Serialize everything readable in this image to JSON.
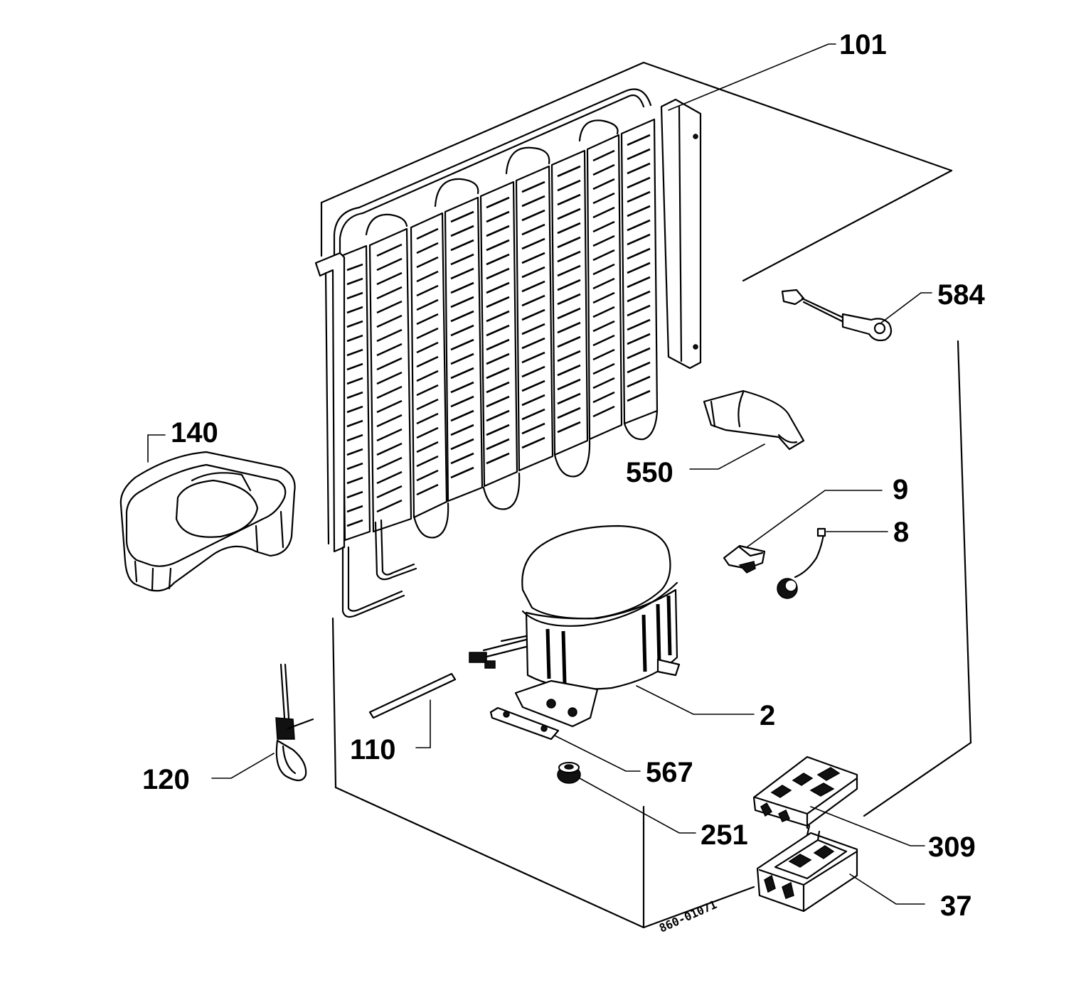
{
  "diagram": {
    "part_labels": {
      "p101": "101",
      "p584": "584",
      "p140": "140",
      "p550": "550",
      "p9": "9",
      "p8": "8",
      "p2": "2",
      "p110": "110",
      "p120": "120",
      "p567": "567",
      "p251": "251",
      "p309": "309",
      "p37": "37"
    },
    "drawing_code": "860-01071",
    "colors": {
      "line": "#000000",
      "background": "#ffffff"
    }
  }
}
